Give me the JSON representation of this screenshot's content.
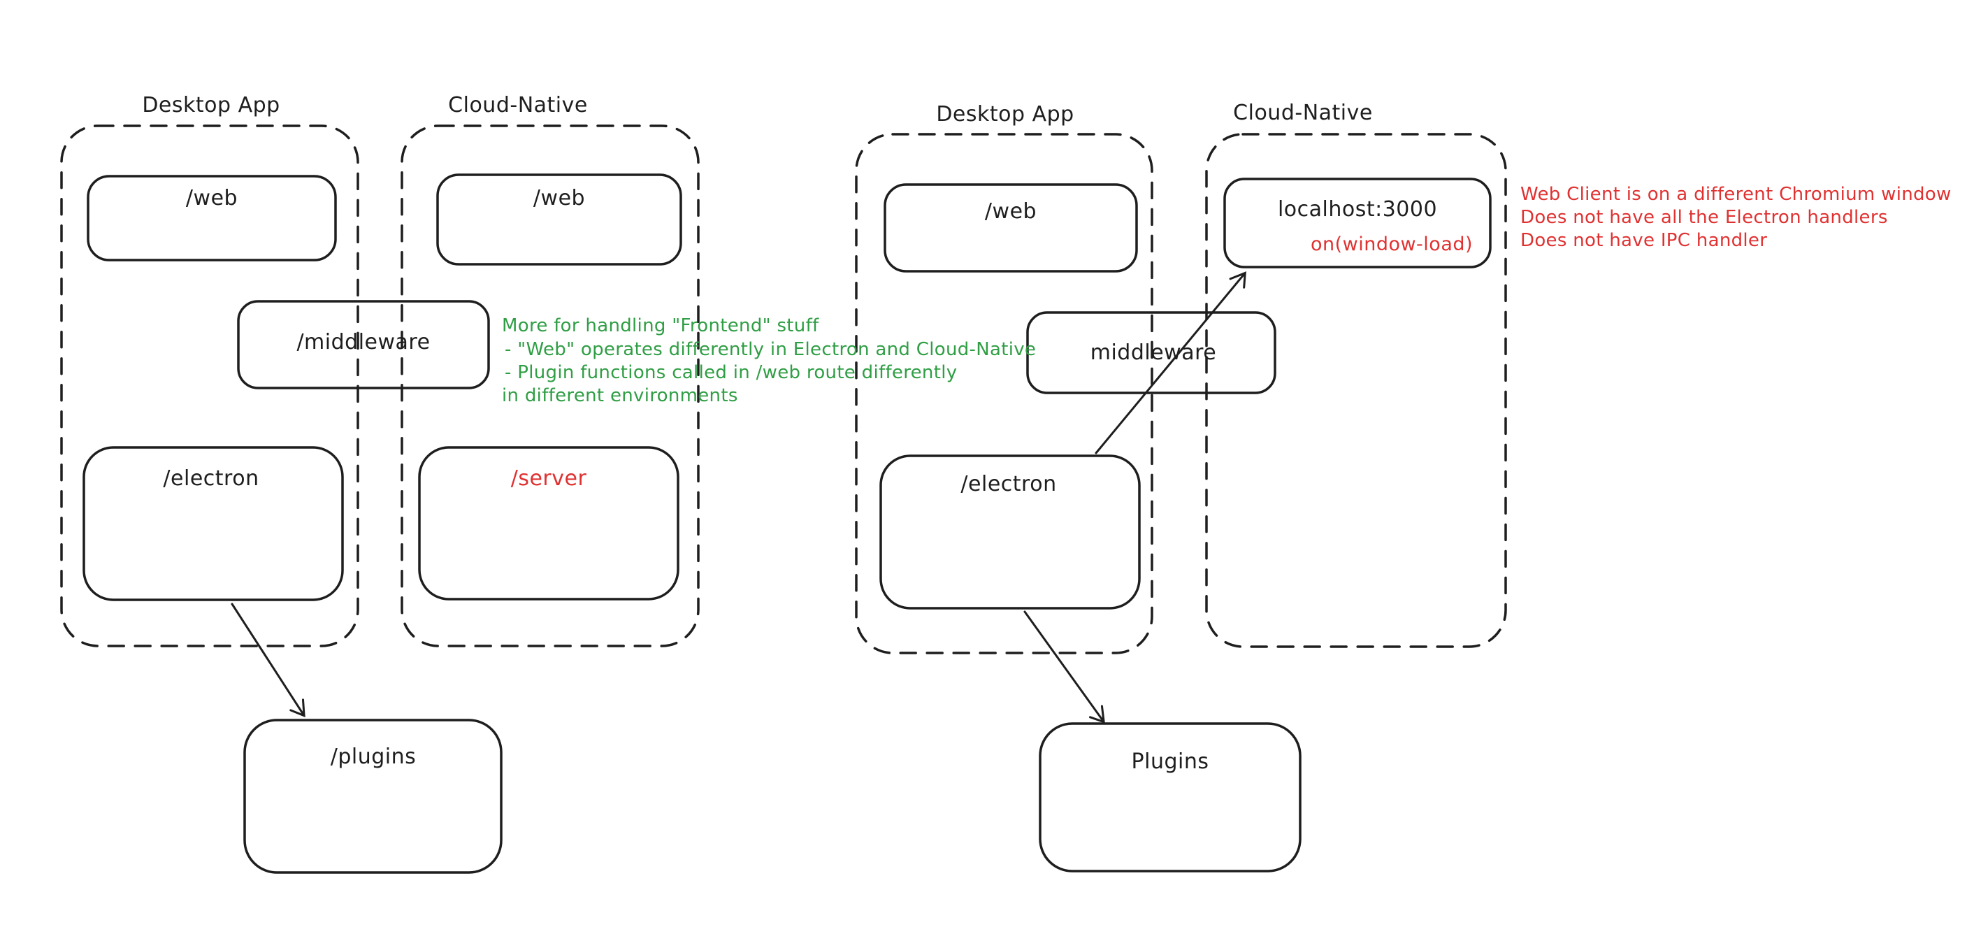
{
  "colors": {
    "ink": "#1e1e1e",
    "red": "#e03131",
    "green": "#2f9e44",
    "background": "#ffffff"
  },
  "left": {
    "desktop_group_label": "Desktop App",
    "cloud_group_label": "Cloud-Native",
    "web_desktop_label": "/web",
    "web_cloud_label": "/web",
    "middleware_label": "/middleware",
    "electron_label": "/electron",
    "server_label": "/server",
    "plugins_label": "/plugins",
    "note": {
      "lines": [
        "More for handling \"Frontend\" stuff",
        "- \"Web\" operates differently in Electron and Cloud-Native",
        "- Plugin functions called in /web route differently",
        "in different environments"
      ]
    }
  },
  "right": {
    "desktop_group_label": "Desktop App",
    "cloud_group_label": "Cloud-Native",
    "web_label": "/web",
    "localhost_label": "localhost:3000",
    "window_load_label": "on(window-load)",
    "middleware_label": "middleware",
    "electron_label": "/electron",
    "plugins_label": "Plugins",
    "note": {
      "lines": [
        "Web Client is on a different Chromium window",
        "Does not have all the Electron handlers",
        "Does not have IPC handler"
      ]
    }
  }
}
